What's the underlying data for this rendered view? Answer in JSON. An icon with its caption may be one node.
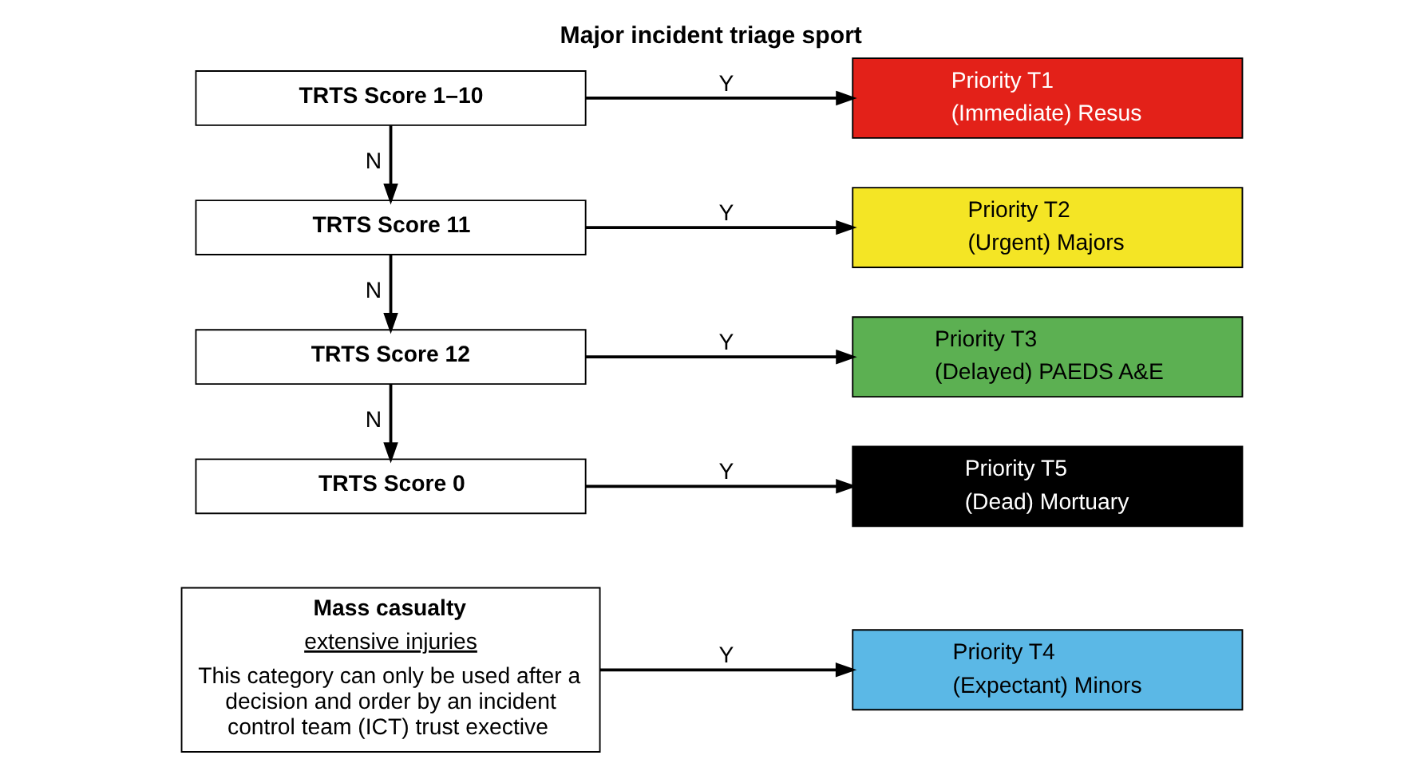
{
  "diagram": {
    "title": "Major incident triage sport",
    "nodes": [
      {
        "text": [
          "TRTS Score 1–10"
        ]
      },
      {
        "text": [
          "Priority T1",
          "(Immediate) Resus"
        ]
      },
      {
        "text": [
          "TRTS Score 11"
        ]
      },
      {
        "text": [
          "Priority T2",
          "(Urgent) Majors"
        ]
      },
      {
        "text": [
          "TRTS Score 12"
        ]
      },
      {
        "text": [
          "Priority T3",
          "(Delayed) PAEDS A&E"
        ]
      },
      {
        "text": [
          "TRTS Score 0"
        ]
      },
      {
        "text": [
          "Priority T5",
          "(Dead) Mortuary"
        ]
      },
      {
        "text": [
          "Mass casualty",
          "extensive injuries",
          "This category can only be used after a decision and order by an incident control team (ICT) trust exective"
        ]
      },
      {
        "text": [
          "Priority T4",
          "(Expectant) Minors"
        ]
      }
    ],
    "edges": [
      {
        "from": 0,
        "to": 1,
        "arrow": "to",
        "label": "Y"
      },
      {
        "from": 0,
        "to": 2,
        "arrow": "to",
        "label": "N"
      },
      {
        "from": 2,
        "to": 3,
        "arrow": "to",
        "label": "Y"
      },
      {
        "from": 2,
        "to": 4,
        "arrow": "to",
        "label": "N"
      },
      {
        "from": 4,
        "to": 5,
        "arrow": "to",
        "label": "Y"
      },
      {
        "from": 4,
        "to": 6,
        "arrow": "to",
        "label": "N"
      },
      {
        "from": 6,
        "to": 7,
        "arrow": "to",
        "label": "Y"
      },
      {
        "from": 8,
        "to": 9,
        "arrow": "to",
        "label": "Y"
      }
    ]
  }
}
